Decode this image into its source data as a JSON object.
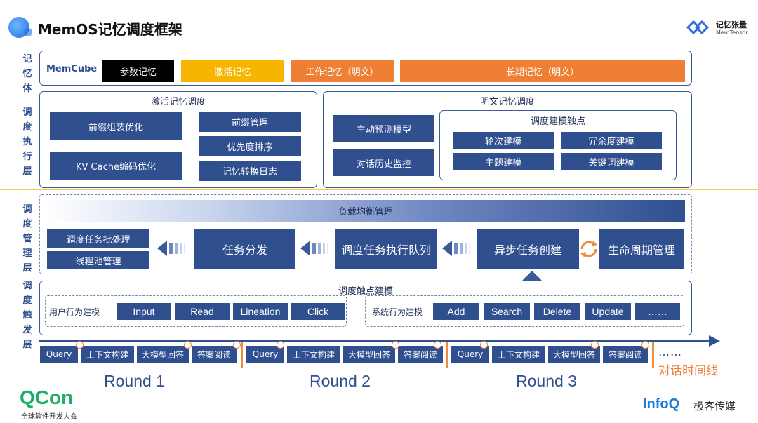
{
  "header": {
    "title": "MemOS记忆调度框架"
  },
  "brand_top": {
    "name": "记忆张量",
    "sub": "MemTensor"
  },
  "side_labels": {
    "memory_body": "记忆体",
    "exec_layer": "调度执行层",
    "mgmt_layer": "调度管理层",
    "trigger_layer": "调度触发层"
  },
  "memcube": {
    "label": "MemCube",
    "items": [
      "参数记忆",
      "激活记忆",
      "工作记忆（明文）",
      "长期记忆（明文）"
    ],
    "colors": [
      "#000000",
      "#f7b500",
      "#ef7f35",
      "#ef7f35"
    ]
  },
  "activation": {
    "title": "激活记忆调度",
    "left": [
      "前缀组装优化",
      "KV Cache编码优化"
    ],
    "right": [
      "前缀管理",
      "优先度排序",
      "记忆转换日志"
    ]
  },
  "plaintext": {
    "title": "明文记忆调度",
    "left": [
      "主动预测模型",
      "对话历史监控"
    ],
    "trigger_title": "调度建模触点",
    "triggers": [
      "轮次建模",
      "冗余度建模",
      "主题建模",
      "关键词建模"
    ]
  },
  "management": {
    "load_balance": "负载均衡管理",
    "batch": "调度任务批处理",
    "threadpool": "线程池管理",
    "dispatch": "任务分发",
    "queue": "调度任务执行队列",
    "async": "异步任务创建",
    "lifecycle": "生命周期管理"
  },
  "trigger_model": {
    "title": "调度触点建模",
    "user_label": "用户行为建模",
    "user_items": [
      "Input",
      "Read",
      "Lineation",
      "Click"
    ],
    "system_label": "系统行为建模",
    "system_items": [
      "Add",
      "Search",
      "Delete",
      "Update",
      "……"
    ]
  },
  "timeline": {
    "steps": [
      "Query",
      "上下文构建",
      "大模型回答",
      "答案阅读"
    ],
    "rounds": [
      "Round 1",
      "Round 2",
      "Round 3"
    ],
    "ellipsis": "……",
    "axis_label": "对话时间线"
  },
  "footer": {
    "qcon": "QCon",
    "qcon_sub": "全球软件开发大会",
    "infoq": "InfoQ",
    "infoq_sub": "极客传媒"
  }
}
